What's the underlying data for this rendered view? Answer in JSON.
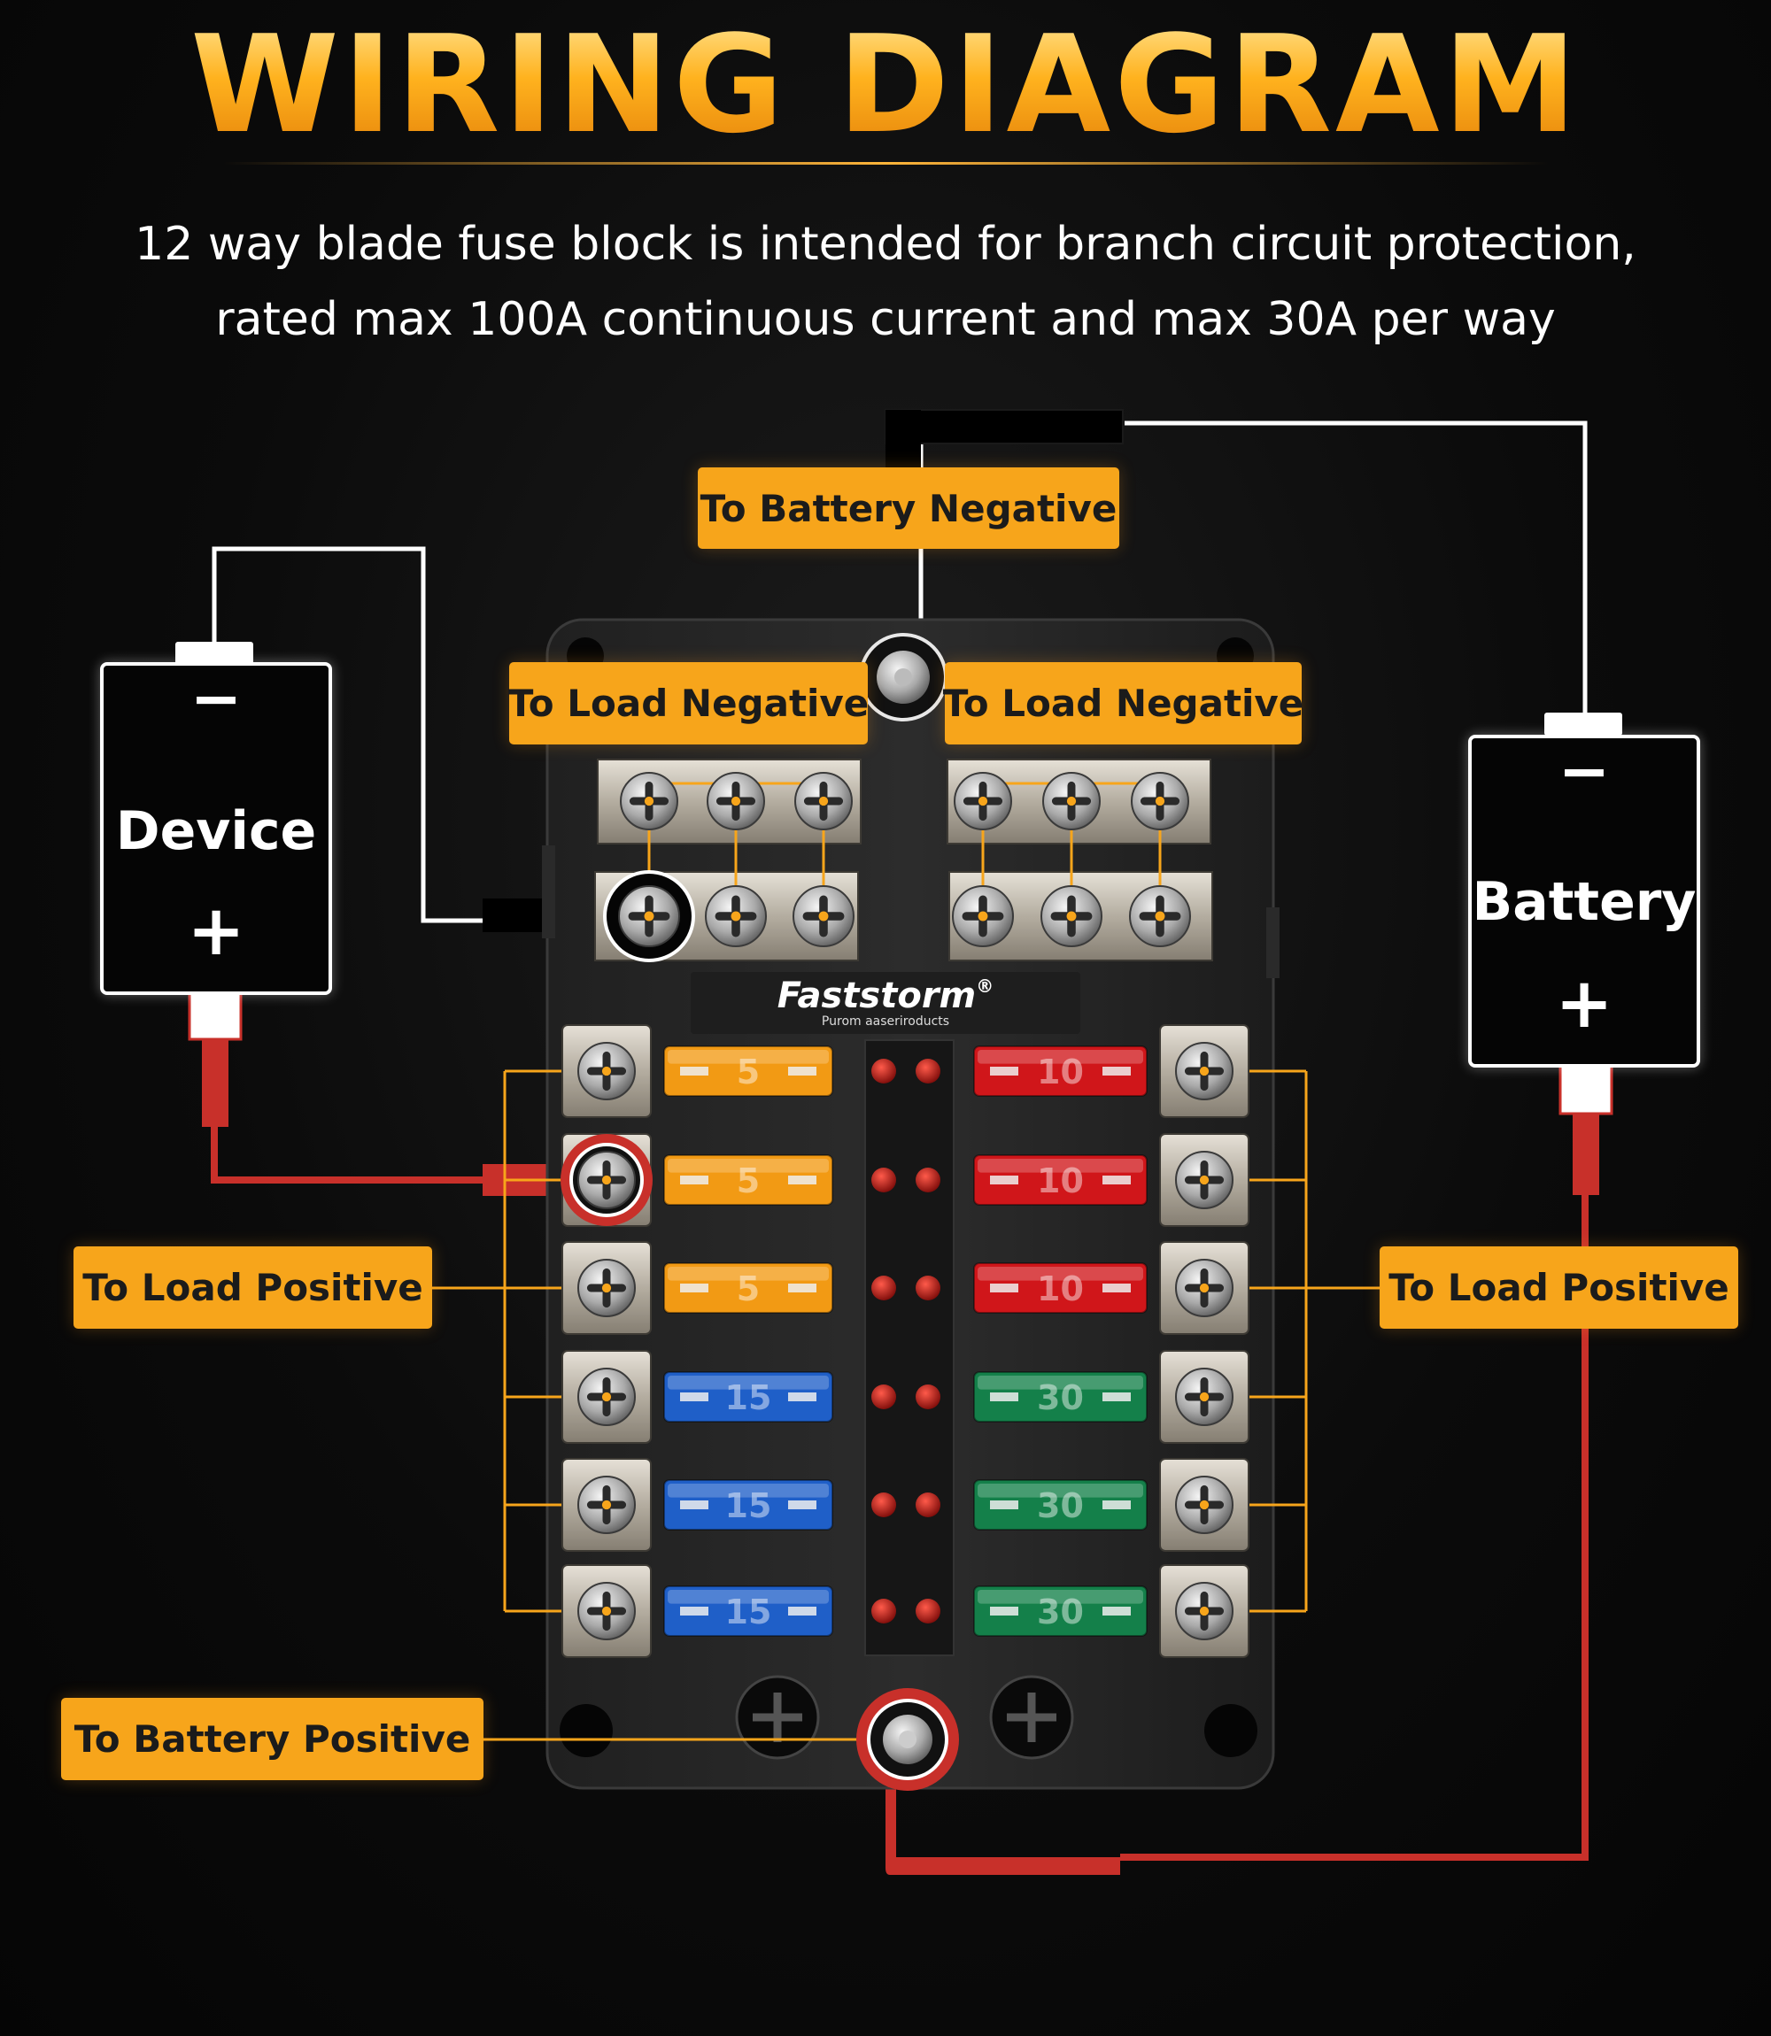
{
  "title": "WIRING DIAGRAM",
  "subtitle_lines": [
    "12 way blade fuse block is intended for branch circuit protection,",
    "rated max 100A continuous current and max 30A per way"
  ],
  "labels": {
    "battery_negative": "To Battery Negative",
    "load_negative_left": "To Load Negative",
    "load_negative_right": "To Load Negative",
    "load_positive_left": "To Load Positive",
    "load_positive_right": "To Load Positive",
    "battery_positive": "To Battery Positive"
  },
  "device": {
    "name": "Device",
    "minus": "−",
    "plus": "+"
  },
  "battery": {
    "name": "Battery",
    "minus": "−",
    "plus": "+"
  },
  "brand": {
    "name": "Faststorm",
    "registered": "®",
    "tagline": "Purom aaseriroducts"
  },
  "fuses": {
    "left": [
      {
        "rating": "5",
        "color": "#f29a14"
      },
      {
        "rating": "5",
        "color": "#f29a14"
      },
      {
        "rating": "5",
        "color": "#f29a14"
      },
      {
        "rating": "15",
        "color": "#1f5fc8"
      },
      {
        "rating": "15",
        "color": "#1f5fc8"
      },
      {
        "rating": "15",
        "color": "#1f5fc8"
      }
    ],
    "right": [
      {
        "rating": "10",
        "color": "#d0161a"
      },
      {
        "rating": "10",
        "color": "#d0161a"
      },
      {
        "rating": "10",
        "color": "#d0161a"
      },
      {
        "rating": "30",
        "color": "#14804a"
      },
      {
        "rating": "30",
        "color": "#14804a"
      },
      {
        "rating": "30",
        "color": "#14804a"
      }
    ]
  },
  "colors": {
    "accent": "#f7a51b",
    "wire_positive": "#c8302a",
    "wire_negative": "#ffffff",
    "background": "#0b0b0b"
  }
}
